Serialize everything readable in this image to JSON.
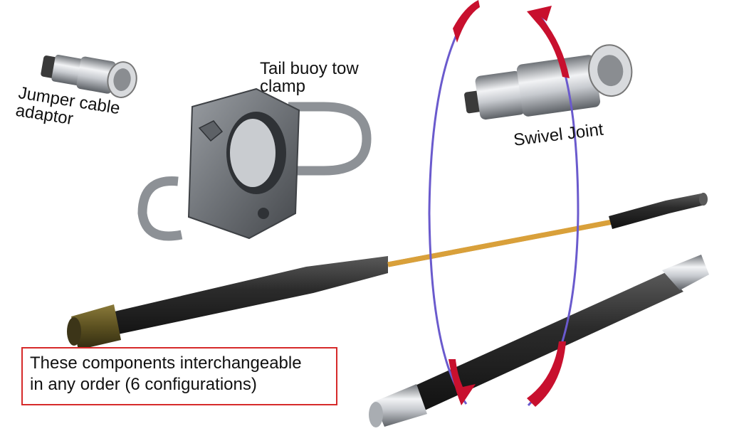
{
  "labels": {
    "jumper_line1": "Jumper cable",
    "jumper_line2": "adaptor",
    "clamp_line1": "Tail buoy tow",
    "clamp_line2": "clamp",
    "swivel": "Swivel Joint"
  },
  "note": {
    "line1": "These components interchangeable",
    "line2": "in any order (6 configurations)"
  },
  "colors": {
    "arrow_fill": "#c8102e",
    "arrow_outline": "#6a5acd",
    "note_border": "#d62a2a",
    "cable_core": "#d9a03a",
    "cable_jacket": "#2a2a2a",
    "metal": "#b8bcc2"
  }
}
